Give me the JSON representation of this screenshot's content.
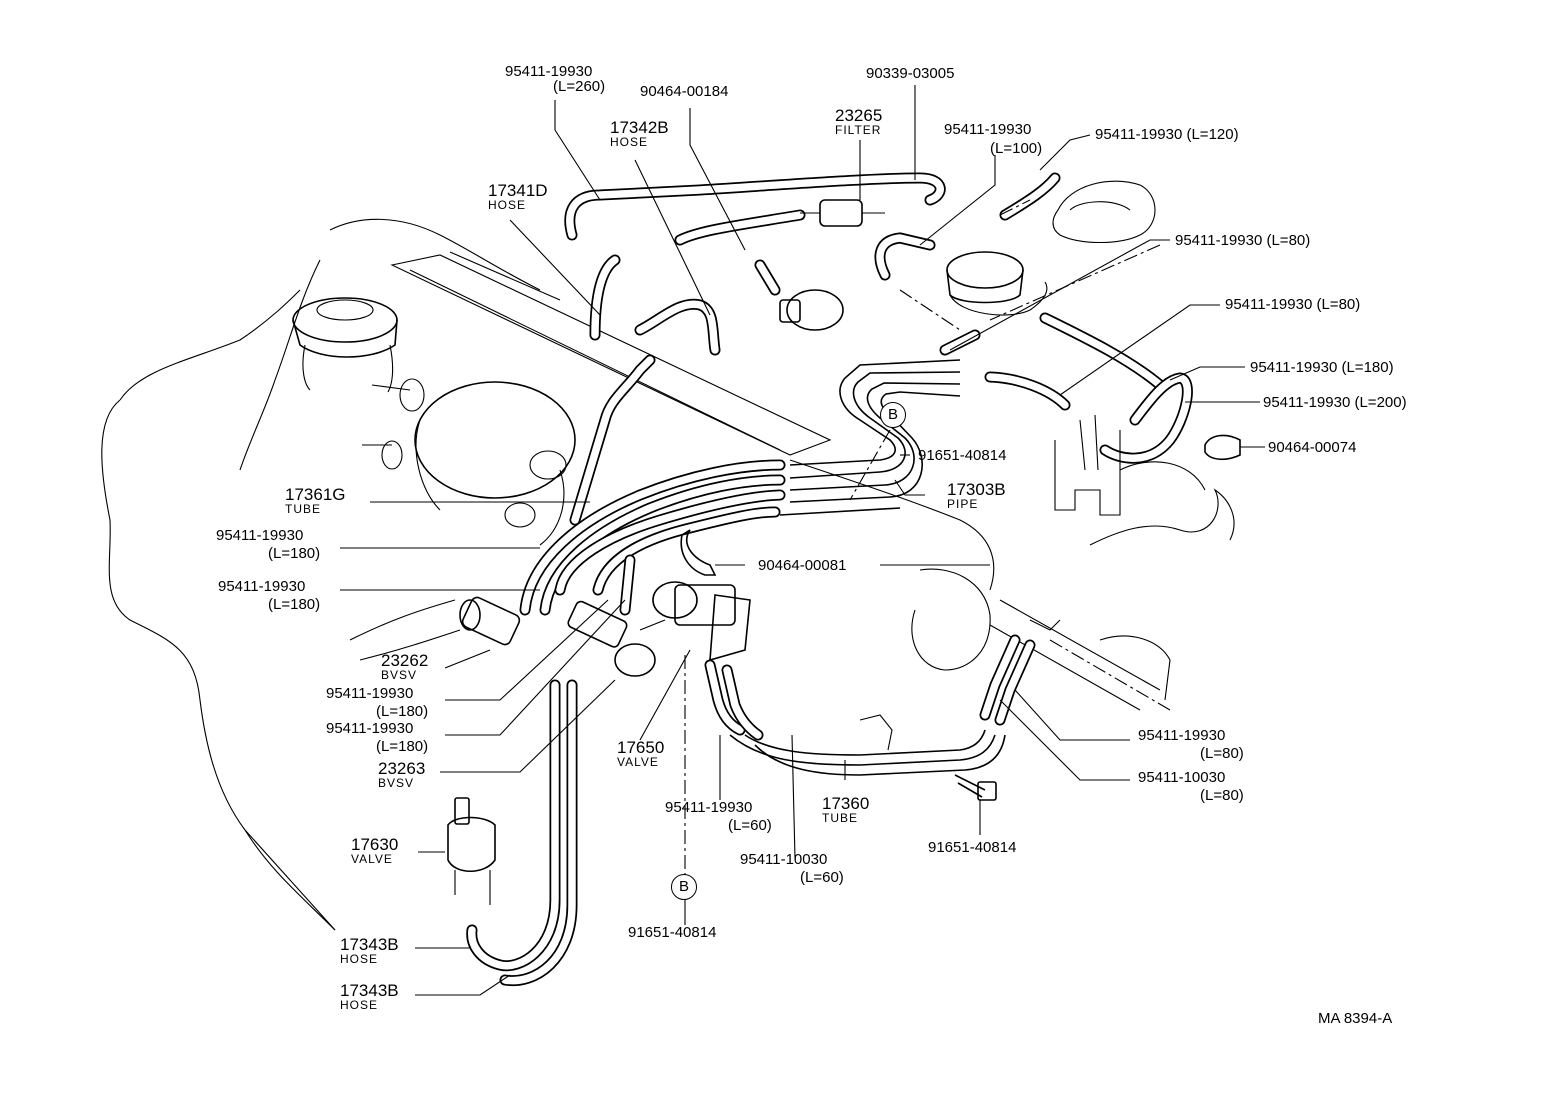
{
  "diagram_code": "MA  8394-A",
  "callouts": [
    {
      "id": "c1",
      "part": "95411-19930",
      "sub": "(L=260)"
    },
    {
      "id": "c2",
      "part": "90464-00184",
      "sub": ""
    },
    {
      "id": "c3",
      "part": "17342B",
      "sub": "HOSE"
    },
    {
      "id": "c4",
      "part": "17341D",
      "sub": "HOSE"
    },
    {
      "id": "c5",
      "part": "23265",
      "sub": "FILTER"
    },
    {
      "id": "c6",
      "part": "90339-03005",
      "sub": ""
    },
    {
      "id": "c7",
      "part": "95411-19930",
      "sub": "(L=100)"
    },
    {
      "id": "c8",
      "part": "95411-19930 (L=120)",
      "sub": ""
    },
    {
      "id": "c9",
      "part": "95411-19930 (L=80)",
      "sub": ""
    },
    {
      "id": "c10",
      "part": "95411-19930 (L=80)",
      "sub": ""
    },
    {
      "id": "c11",
      "part": "95411-19930 (L=180)",
      "sub": ""
    },
    {
      "id": "c12",
      "part": "95411-19930 (L=200)",
      "sub": ""
    },
    {
      "id": "c13",
      "part": "90464-00074",
      "sub": ""
    },
    {
      "id": "c14",
      "part": "91651-40814",
      "sub": ""
    },
    {
      "id": "c15",
      "part": "17303B",
      "sub": "PIPE"
    },
    {
      "id": "c16",
      "part": "17361G",
      "sub": "TUBE"
    },
    {
      "id": "c17",
      "part": "95411-19930",
      "sub": "(L=180)"
    },
    {
      "id": "c18",
      "part": "95411-19930",
      "sub": "(L=180)"
    },
    {
      "id": "c19",
      "part": "90464-00081",
      "sub": ""
    },
    {
      "id": "c20",
      "part": "23262",
      "sub": "BVSV"
    },
    {
      "id": "c21",
      "part": "95411-19930",
      "sub": "(L=180)"
    },
    {
      "id": "c22",
      "part": "95411-19930",
      "sub": "(L=180)"
    },
    {
      "id": "c23",
      "part": "23263",
      "sub": "BVSV"
    },
    {
      "id": "c24",
      "part": "17650",
      "sub": "VALVE"
    },
    {
      "id": "c25",
      "part": "95411-19930",
      "sub": "(L=80)"
    },
    {
      "id": "c26",
      "part": "95411-10030",
      "sub": "(L=80)"
    },
    {
      "id": "c27",
      "part": "17360",
      "sub": "TUBE"
    },
    {
      "id": "c28",
      "part": "95411-19930",
      "sub": "(L=60)"
    },
    {
      "id": "c29",
      "part": "95411-10030",
      "sub": "(L=60)"
    },
    {
      "id": "c30",
      "part": "91651-40814",
      "sub": ""
    },
    {
      "id": "c31",
      "part": "91651-40814",
      "sub": ""
    },
    {
      "id": "c32",
      "part": "17630",
      "sub": "VALVE"
    },
    {
      "id": "c33",
      "part": "17343B",
      "sub": "HOSE"
    },
    {
      "id": "c34",
      "part": "17343B",
      "sub": "HOSE"
    }
  ],
  "view_markers": [
    {
      "id": "m1",
      "text": "B"
    },
    {
      "id": "m2",
      "text": "B"
    }
  ]
}
